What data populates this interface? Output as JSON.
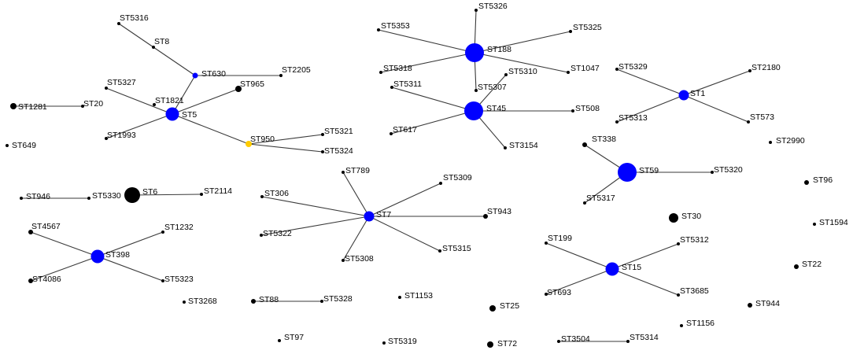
{
  "colors": {
    "hub": "#0000ff",
    "dot": "#000000",
    "highlight": "#ffcc00",
    "edge": "#3a3a3a"
  },
  "legend_note": "",
  "nodes": [
    {
      "id": "ST5316",
      "label": "ST5316",
      "kind": "small"
    },
    {
      "id": "ST8",
      "label": "ST8",
      "kind": "small"
    },
    {
      "id": "ST630",
      "label": "ST630",
      "kind": "blue-tiny"
    },
    {
      "id": "ST2205",
      "label": "ST2205",
      "kind": "small"
    },
    {
      "id": "ST965",
      "label": "ST965",
      "kind": "medium"
    },
    {
      "id": "ST5327",
      "label": "ST5327",
      "kind": "small"
    },
    {
      "id": "ST1821",
      "label": "ST1821",
      "kind": "small"
    },
    {
      "id": "ST5",
      "label": "ST5",
      "kind": "blue-medium"
    },
    {
      "id": "ST1993",
      "label": "ST1993",
      "kind": "small"
    },
    {
      "id": "ST950",
      "label": "ST950",
      "kind": "yellow"
    },
    {
      "id": "ST5321",
      "label": "ST5321",
      "kind": "small"
    },
    {
      "id": "ST5324",
      "label": "ST5324",
      "kind": "small"
    },
    {
      "id": "ST1281",
      "label": "ST1281",
      "kind": "medium"
    },
    {
      "id": "ST20",
      "label": "ST20",
      "kind": "small"
    },
    {
      "id": "ST649",
      "label": "ST649",
      "kind": "small"
    },
    {
      "id": "ST5353",
      "label": "ST5353",
      "kind": "small"
    },
    {
      "id": "ST5326",
      "label": "ST5326",
      "kind": "small"
    },
    {
      "id": "ST5325",
      "label": "ST5325",
      "kind": "small"
    },
    {
      "id": "ST188",
      "label": "ST188",
      "kind": "blue-large"
    },
    {
      "id": "ST5318",
      "label": "ST5318",
      "kind": "small"
    },
    {
      "id": "ST1047",
      "label": "ST1047",
      "kind": "small"
    },
    {
      "id": "ST5307",
      "label": "ST5307",
      "kind": "small"
    },
    {
      "id": "ST5310",
      "label": "ST5310",
      "kind": "small"
    },
    {
      "id": "ST5311",
      "label": "ST5311",
      "kind": "small"
    },
    {
      "id": "ST45",
      "label": "ST45",
      "kind": "blue-large"
    },
    {
      "id": "ST508",
      "label": "ST508",
      "kind": "small"
    },
    {
      "id": "ST617",
      "label": "ST617",
      "kind": "small"
    },
    {
      "id": "ST3154",
      "label": "ST3154",
      "kind": "small"
    },
    {
      "id": "ST5329",
      "label": "ST5329",
      "kind": "small"
    },
    {
      "id": "ST2180",
      "label": "ST2180",
      "kind": "small"
    },
    {
      "id": "ST1",
      "label": "ST1",
      "kind": "blue-small"
    },
    {
      "id": "ST5313",
      "label": "ST5313",
      "kind": "small"
    },
    {
      "id": "ST573",
      "label": "ST573",
      "kind": "small"
    },
    {
      "id": "ST2990",
      "label": "ST2990",
      "kind": "small"
    },
    {
      "id": "ST338",
      "label": "ST338",
      "kind": "medium-small"
    },
    {
      "id": "ST59",
      "label": "ST59",
      "kind": "blue-large"
    },
    {
      "id": "ST5320",
      "label": "ST5320",
      "kind": "small"
    },
    {
      "id": "ST5317",
      "label": "ST5317",
      "kind": "small"
    },
    {
      "id": "ST96",
      "label": "ST96",
      "kind": "medium-small"
    },
    {
      "id": "ST30",
      "label": "ST30",
      "kind": "medium-large"
    },
    {
      "id": "ST1594",
      "label": "ST1594",
      "kind": "small"
    },
    {
      "id": "ST946",
      "label": "ST946",
      "kind": "small"
    },
    {
      "id": "ST5330",
      "label": "ST5330",
      "kind": "small"
    },
    {
      "id": "ST6",
      "label": "ST6",
      "kind": "black-large"
    },
    {
      "id": "ST2114",
      "label": "ST2114",
      "kind": "small"
    },
    {
      "id": "ST789",
      "label": "ST789",
      "kind": "small"
    },
    {
      "id": "ST5309",
      "label": "ST5309",
      "kind": "small"
    },
    {
      "id": "ST306",
      "label": "ST306",
      "kind": "small"
    },
    {
      "id": "ST7",
      "label": "ST7",
      "kind": "blue-small"
    },
    {
      "id": "ST943",
      "label": "ST943",
      "kind": "medium-small"
    },
    {
      "id": "ST5322",
      "label": "ST5322",
      "kind": "small"
    },
    {
      "id": "ST5308",
      "label": "ST5308",
      "kind": "small"
    },
    {
      "id": "ST5315",
      "label": "ST5315",
      "kind": "small"
    },
    {
      "id": "ST4567",
      "label": "ST4567",
      "kind": "medium-small"
    },
    {
      "id": "ST1232",
      "label": "ST1232",
      "kind": "small"
    },
    {
      "id": "ST398",
      "label": "ST398",
      "kind": "blue-medium"
    },
    {
      "id": "ST4086",
      "label": "ST4086",
      "kind": "medium-small"
    },
    {
      "id": "ST5323",
      "label": "ST5323",
      "kind": "small"
    },
    {
      "id": "ST199",
      "label": "ST199",
      "kind": "small"
    },
    {
      "id": "ST5312",
      "label": "ST5312",
      "kind": "small"
    },
    {
      "id": "ST15",
      "label": "ST15",
      "kind": "blue-medium"
    },
    {
      "id": "ST693",
      "label": "ST693",
      "kind": "small"
    },
    {
      "id": "ST3685",
      "label": "ST3685",
      "kind": "small"
    },
    {
      "id": "ST22",
      "label": "ST22",
      "kind": "medium-small"
    },
    {
      "id": "ST3268",
      "label": "ST3268",
      "kind": "small"
    },
    {
      "id": "ST88",
      "label": "ST88",
      "kind": "medium-small"
    },
    {
      "id": "ST5328",
      "label": "ST5328",
      "kind": "small"
    },
    {
      "id": "ST1153",
      "label": "ST1153",
      "kind": "small"
    },
    {
      "id": "ST25",
      "label": "ST25",
      "kind": "medium"
    },
    {
      "id": "ST944",
      "label": "ST944",
      "kind": "medium-small"
    },
    {
      "id": "ST1156",
      "label": "ST1156",
      "kind": "small"
    },
    {
      "id": "ST97",
      "label": "ST97",
      "kind": "small"
    },
    {
      "id": "ST5319",
      "label": "ST5319",
      "kind": "small"
    },
    {
      "id": "ST72",
      "label": "ST72",
      "kind": "medium"
    },
    {
      "id": "ST3504",
      "label": "ST3504",
      "kind": "small"
    },
    {
      "id": "ST5314",
      "label": "ST5314",
      "kind": "small"
    }
  ],
  "edges": [
    [
      "ST5316",
      "ST8"
    ],
    [
      "ST8",
      "ST630"
    ],
    [
      "ST630",
      "ST2205"
    ],
    [
      "ST630",
      "ST5"
    ],
    [
      "ST5",
      "ST965"
    ],
    [
      "ST5",
      "ST5327"
    ],
    [
      "ST5",
      "ST1993"
    ],
    [
      "ST5",
      "ST950"
    ],
    [
      "ST950",
      "ST5321"
    ],
    [
      "ST950",
      "ST5324"
    ],
    [
      "ST1281",
      "ST20"
    ],
    [
      "ST188",
      "ST5353"
    ],
    [
      "ST188",
      "ST5326"
    ],
    [
      "ST188",
      "ST5325"
    ],
    [
      "ST188",
      "ST5318"
    ],
    [
      "ST188",
      "ST1047"
    ],
    [
      "ST188",
      "ST5307"
    ],
    [
      "ST45",
      "ST5310"
    ],
    [
      "ST45",
      "ST5311"
    ],
    [
      "ST45",
      "ST508"
    ],
    [
      "ST45",
      "ST617"
    ],
    [
      "ST45",
      "ST3154"
    ],
    [
      "ST1",
      "ST5329"
    ],
    [
      "ST1",
      "ST2180"
    ],
    [
      "ST1",
      "ST5313"
    ],
    [
      "ST1",
      "ST573"
    ],
    [
      "ST59",
      "ST338"
    ],
    [
      "ST59",
      "ST5320"
    ],
    [
      "ST59",
      "ST5317"
    ],
    [
      "ST946",
      "ST5330"
    ],
    [
      "ST6",
      "ST2114"
    ],
    [
      "ST7",
      "ST789"
    ],
    [
      "ST7",
      "ST5309"
    ],
    [
      "ST7",
      "ST306"
    ],
    [
      "ST7",
      "ST943"
    ],
    [
      "ST7",
      "ST5322"
    ],
    [
      "ST7",
      "ST5308"
    ],
    [
      "ST7",
      "ST5315"
    ],
    [
      "ST398",
      "ST4567"
    ],
    [
      "ST398",
      "ST1232"
    ],
    [
      "ST398",
      "ST4086"
    ],
    [
      "ST398",
      "ST5323"
    ],
    [
      "ST15",
      "ST199"
    ],
    [
      "ST15",
      "ST5312"
    ],
    [
      "ST15",
      "ST693"
    ],
    [
      "ST15",
      "ST3685"
    ],
    [
      "ST88",
      "ST5328"
    ],
    [
      "ST3504",
      "ST5314"
    ]
  ]
}
